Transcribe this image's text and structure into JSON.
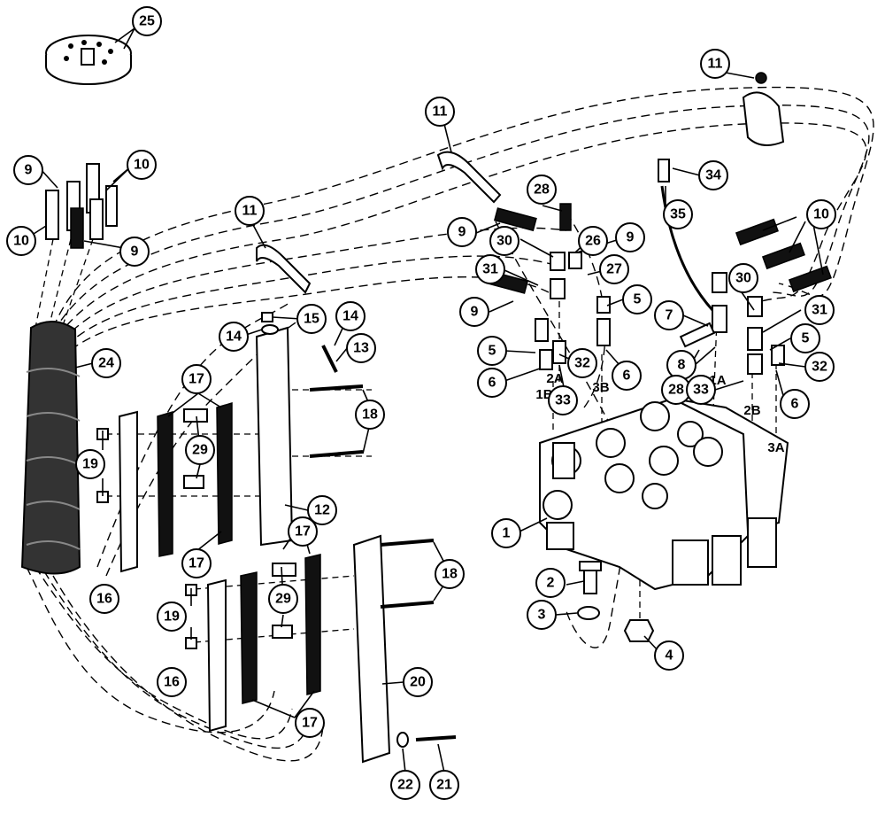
{
  "callouts": [
    {
      "id": "c25",
      "text": "25"
    },
    {
      "id": "c11a",
      "text": "11"
    },
    {
      "id": "c11b",
      "text": "11"
    },
    {
      "id": "c11c",
      "text": "11"
    },
    {
      "id": "c9a",
      "text": "9"
    },
    {
      "id": "c10a",
      "text": "10"
    },
    {
      "id": "c10b",
      "text": "10"
    },
    {
      "id": "c9b",
      "text": "9"
    },
    {
      "id": "c24",
      "text": "24"
    },
    {
      "id": "c15",
      "text": "15"
    },
    {
      "id": "c14a",
      "text": "14"
    },
    {
      "id": "c14b",
      "text": "14"
    },
    {
      "id": "c13",
      "text": "13"
    },
    {
      "id": "c17a",
      "text": "17"
    },
    {
      "id": "c18a",
      "text": "18"
    },
    {
      "id": "c19a",
      "text": "19"
    },
    {
      "id": "c29a",
      "text": "29"
    },
    {
      "id": "c12",
      "text": "12"
    },
    {
      "id": "c17b",
      "text": "17"
    },
    {
      "id": "c16a",
      "text": "16"
    },
    {
      "id": "c17c",
      "text": "17"
    },
    {
      "id": "c18b",
      "text": "18"
    },
    {
      "id": "c19b",
      "text": "19"
    },
    {
      "id": "c29b",
      "text": "29"
    },
    {
      "id": "c16b",
      "text": "16"
    },
    {
      "id": "c20",
      "text": "20"
    },
    {
      "id": "c17d",
      "text": "17"
    },
    {
      "id": "c22",
      "text": "22"
    },
    {
      "id": "c21",
      "text": "21"
    },
    {
      "id": "c28a",
      "text": "28"
    },
    {
      "id": "c9c",
      "text": "9"
    },
    {
      "id": "c30a",
      "text": "30"
    },
    {
      "id": "c26",
      "text": "26"
    },
    {
      "id": "c9d",
      "text": "9"
    },
    {
      "id": "c31a",
      "text": "31"
    },
    {
      "id": "c27",
      "text": "27"
    },
    {
      "id": "c9e",
      "text": "9"
    },
    {
      "id": "c5a",
      "text": "5"
    },
    {
      "id": "c5b",
      "text": "5"
    },
    {
      "id": "c6a",
      "text": "6"
    },
    {
      "id": "c32a",
      "text": "32"
    },
    {
      "id": "c33a",
      "text": "33"
    },
    {
      "id": "c6b",
      "text": "6"
    },
    {
      "id": "c7",
      "text": "7"
    },
    {
      "id": "c8",
      "text": "8"
    },
    {
      "id": "c28b",
      "text": "28"
    },
    {
      "id": "c34",
      "text": "34"
    },
    {
      "id": "c35",
      "text": "35"
    },
    {
      "id": "c10c",
      "text": "10"
    },
    {
      "id": "c30b",
      "text": "30"
    },
    {
      "id": "c31b",
      "text": "31"
    },
    {
      "id": "c5c",
      "text": "5"
    },
    {
      "id": "c32b",
      "text": "32"
    },
    {
      "id": "c33b",
      "text": "33"
    },
    {
      "id": "c6c",
      "text": "6"
    },
    {
      "id": "c1",
      "text": "1"
    },
    {
      "id": "c2",
      "text": "2"
    },
    {
      "id": "c3",
      "text": "3"
    },
    {
      "id": "c4",
      "text": "4"
    }
  ],
  "port_labels": [
    "2A",
    "1B",
    "3B",
    "1A",
    "2B",
    "3A"
  ]
}
